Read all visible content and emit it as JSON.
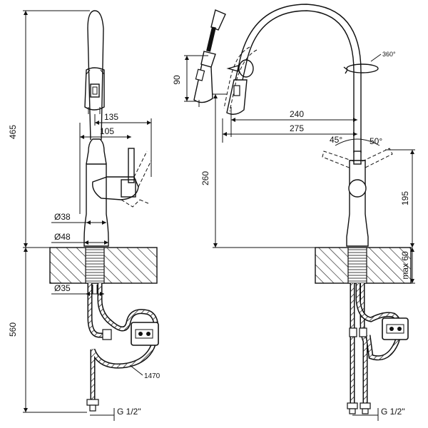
{
  "dimensions": {
    "overall_height": "465",
    "below_counter": "560",
    "spout_reach_1": "135",
    "spout_reach_2": "105",
    "diameter_38": "Ø38",
    "diameter_48": "Ø48",
    "diameter_35": "Ø35",
    "hose_length": "1470",
    "thread_left": "G 1/2\"",
    "thread_right": "G 1/2\"",
    "head_height": "90",
    "reach_240": "240",
    "reach_275": "275",
    "height_260": "260",
    "rotation": "360°",
    "angle_left": "45°",
    "angle_right": "50°",
    "height_195": "195",
    "max_thickness": "max 60"
  }
}
